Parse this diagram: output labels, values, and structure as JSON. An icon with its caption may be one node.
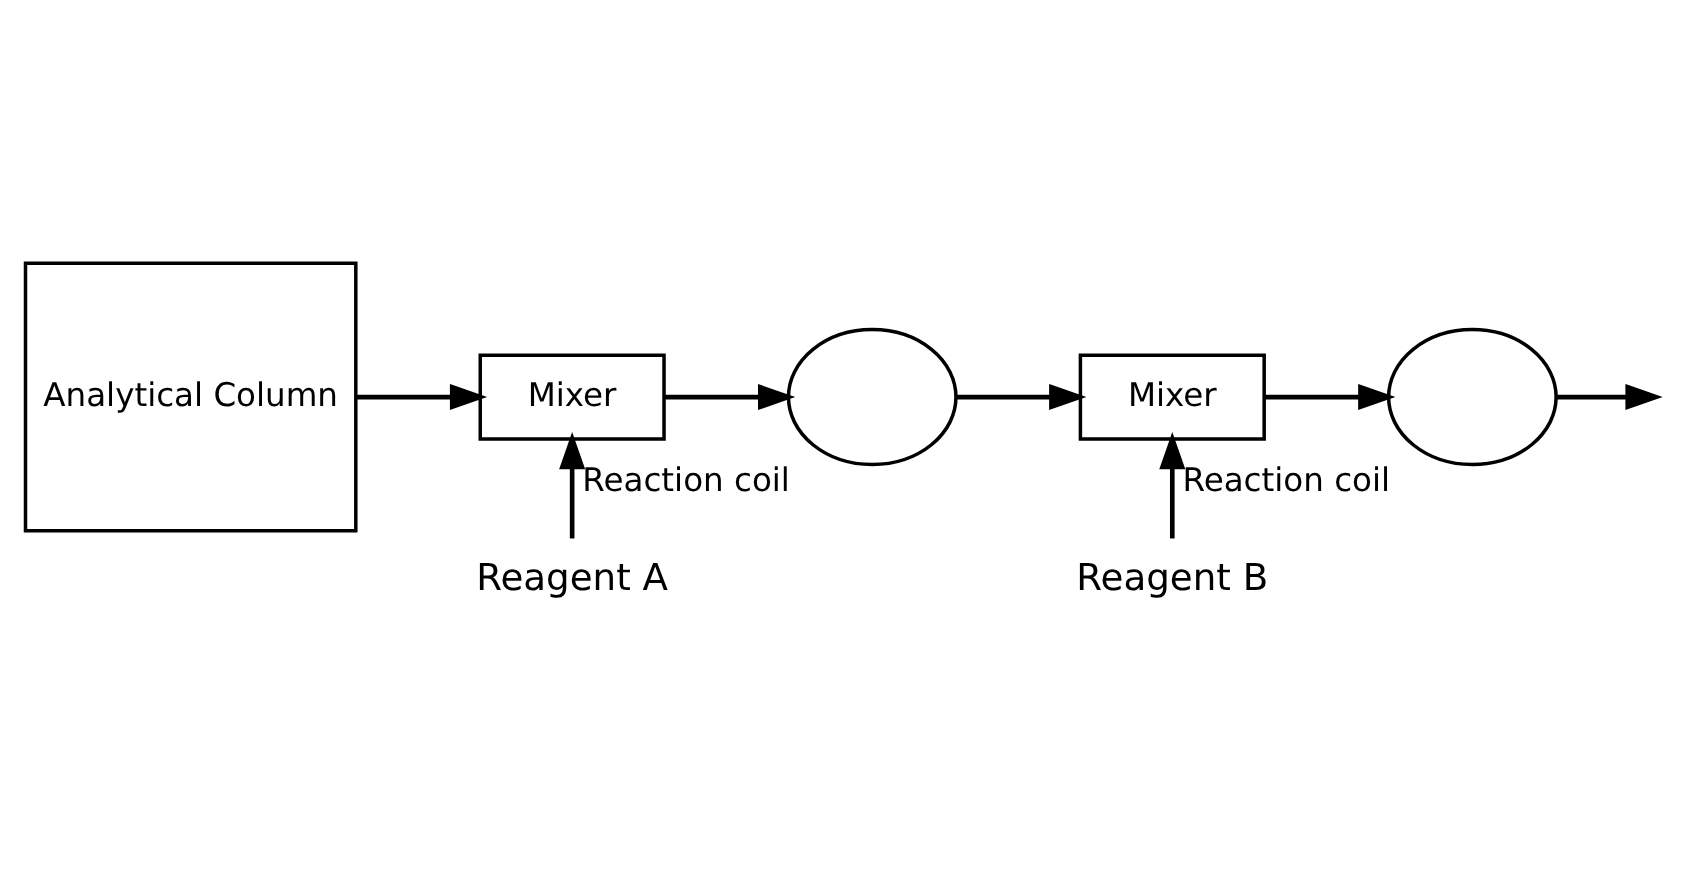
{
  "diagram": {
    "nodes": [
      {
        "text": [
          "Analytical Column"
        ]
      },
      {
        "text": [
          "Mixer"
        ]
      },
      {
        "text": [],
        "shape": "circle",
        "beside": [
          "Reaction coil"
        ]
      },
      {
        "text": [
          "Mixer"
        ]
      },
      {
        "text": [],
        "shape": "circle",
        "beside": [
          "Reaction coil"
        ]
      },
      {
        "text": [
          "Reagent A"
        ]
      },
      {
        "text": [
          "Reagent B"
        ]
      }
    ],
    "edges": [
      {
        "from": 0,
        "to": 1,
        "arrow": "to"
      },
      {
        "from": 1,
        "to": 2,
        "arrow": "to"
      },
      {
        "from": 2,
        "to": 3,
        "arrow": "to"
      },
      {
        "from": 3,
        "to": 4,
        "arrow": "to"
      },
      {
        "from": 4,
        "to": null,
        "arrow": "to"
      },
      {
        "from": 5,
        "to": 1,
        "arrow": "to"
      },
      {
        "from": 6,
        "to": 3,
        "arrow": "to"
      }
    ]
  }
}
